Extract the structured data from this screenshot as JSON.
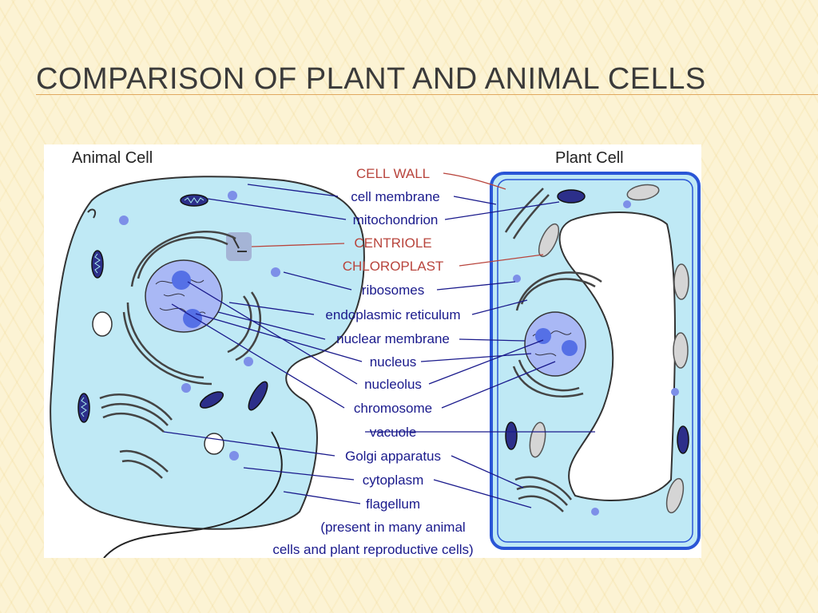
{
  "slide": {
    "title": "COMPARISON OF PLANT AND ANIMAL CELLS"
  },
  "diagram": {
    "animal_heading": "Animal Cell",
    "plant_heading": "Plant Cell",
    "labels": {
      "cell_wall": "CELL WALL",
      "cell_membrane": "cell membrane",
      "mitochondrion": "mitochondrion",
      "centriole": "CENTRIOLE",
      "chloroplast": "CHLOROPLAST",
      "ribosomes": "ribosomes",
      "er": "endoplasmic reticulum",
      "nuclear_membrane": "nuclear membrane",
      "nucleus": "nucleus",
      "nucleolus": "nucleolus",
      "chromosome": "chromosome",
      "vacuole": "vacuole",
      "golgi": "Golgi apparatus",
      "cytoplasm": "cytoplasm",
      "flagellum": "flagellum",
      "note_line1": "(present in many animal",
      "note_line2": "cells and plant reproductive cells)"
    },
    "colors": {
      "cytoplasm": "#bfe9f5",
      "nucleus": "#a9b8f5",
      "nucleolus": "#5570e6",
      "cell_wall": "#2a56d6",
      "blue_label": "#1a1a8c",
      "red_label": "#b8443c"
    }
  }
}
